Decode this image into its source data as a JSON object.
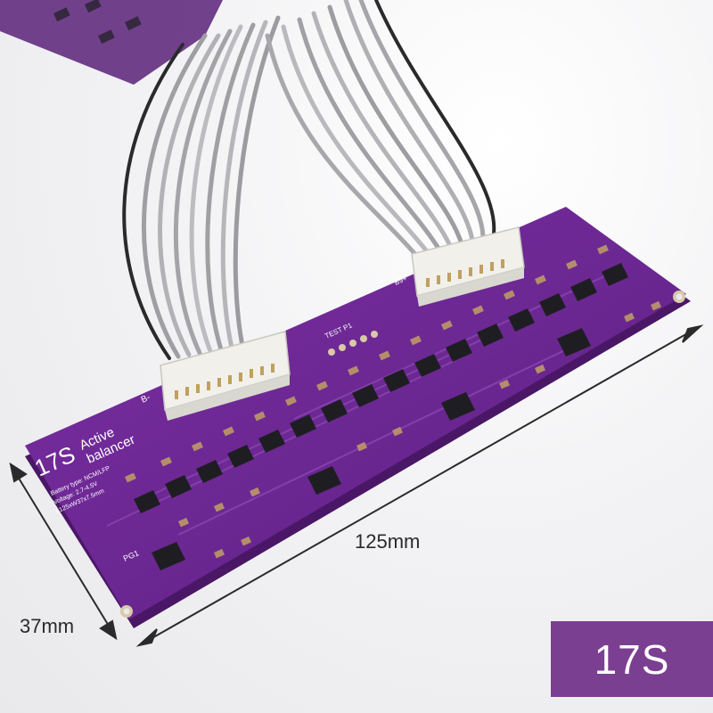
{
  "product": {
    "board_title": "17S",
    "board_subtitle_line1": "Active",
    "board_subtitle_line2": "balancer",
    "spec_line1": "Battery type: NCM/LFP",
    "spec_line2": "Voltage: 2.7-4.5V",
    "spec_line3": "L125xW37x7.5mm",
    "label_test": "TEST P1",
    "label_b_minus": "B-",
    "label_b_plus": "B9+",
    "label_pg": "PG1"
  },
  "dimensions": {
    "width": "125mm",
    "height": "37mm"
  },
  "badge": {
    "text": "17S"
  },
  "colors": {
    "pcb": "#6a2790",
    "pcb_edge": "#4a1766",
    "silkscreen": "#ffffff",
    "chip": "#1e1e22",
    "capacitor": "#b48e6a",
    "badge_bg": "#7b3f92",
    "connector": "#f1f0ea",
    "wire": "#a9a9ad"
  }
}
